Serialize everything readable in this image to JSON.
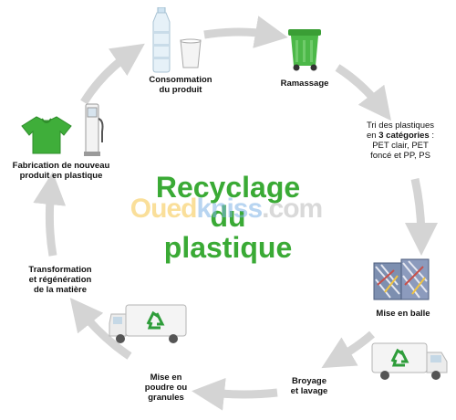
{
  "title": {
    "line1": "Recyclage",
    "line2": "du",
    "line3": "plastique"
  },
  "watermark": {
    "part1": "Oued",
    "part2": "kniss",
    "part3": ".com"
  },
  "steps": [
    {
      "id": "consommation",
      "label": "Consommation\ndu produit"
    },
    {
      "id": "ramassage",
      "label": "Ramassage"
    },
    {
      "id": "tri",
      "label_pre": "Tri des plastiques\nen ",
      "label_bold": "3 catégories",
      "label_post": " :\nPET clair, PET\nfoncé et PP, PS"
    },
    {
      "id": "mise-en-balle",
      "label": "Mise en balle"
    },
    {
      "id": "broyage",
      "label": "Broyage\net lavage"
    },
    {
      "id": "poudre",
      "label": "Mise en\npoudre ou\ngranules"
    },
    {
      "id": "transformation",
      "label": "Transformation\net régénération\nde la matière"
    },
    {
      "id": "fabrication",
      "label": "Fabrication de nouveau\nproduit en plastique"
    }
  ],
  "colors": {
    "title_green": "#3aaa35",
    "arrow_grey": "#d4d4d4",
    "bin_green": "#4cb848",
    "shirt_green": "#3fae3a",
    "recycle_green": "#2e9d3a"
  },
  "icons": [
    "bottle-icon",
    "glass-icon",
    "bin-icon",
    "bales-icon",
    "truck-icon",
    "shirt-icon",
    "fuel-pump-icon"
  ]
}
